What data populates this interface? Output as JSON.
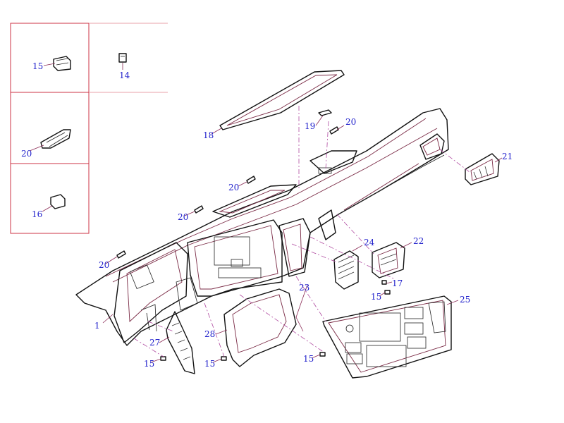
{
  "colors": {
    "callout": "#2222cc",
    "line": "#111111",
    "leader": "#8a2a55",
    "dash": "#b04aa0",
    "inset_border": "#cc3344"
  },
  "insets": [
    {
      "id": "inset-15",
      "label": "15"
    },
    {
      "id": "inset-14",
      "label": "14"
    },
    {
      "id": "inset-20",
      "label": "20"
    },
    {
      "id": "inset-16",
      "label": "16"
    }
  ],
  "callouts": [
    {
      "id": "c1",
      "label": "1"
    },
    {
      "id": "c15a",
      "label": "15"
    },
    {
      "id": "c15b",
      "label": "15"
    },
    {
      "id": "c15c",
      "label": "15"
    },
    {
      "id": "c15d",
      "label": "15"
    },
    {
      "id": "c17",
      "label": "17"
    },
    {
      "id": "c18",
      "label": "18"
    },
    {
      "id": "c19",
      "label": "19"
    },
    {
      "id": "c20a",
      "label": "20"
    },
    {
      "id": "c20b",
      "label": "20"
    },
    {
      "id": "c20c",
      "label": "20"
    },
    {
      "id": "c20d",
      "label": "20"
    },
    {
      "id": "c21",
      "label": "21"
    },
    {
      "id": "c22",
      "label": "22"
    },
    {
      "id": "c23",
      "label": "23"
    },
    {
      "id": "c24",
      "label": "24"
    },
    {
      "id": "c25",
      "label": "25"
    },
    {
      "id": "c27",
      "label": "27"
    },
    {
      "id": "c28",
      "label": "28"
    }
  ]
}
